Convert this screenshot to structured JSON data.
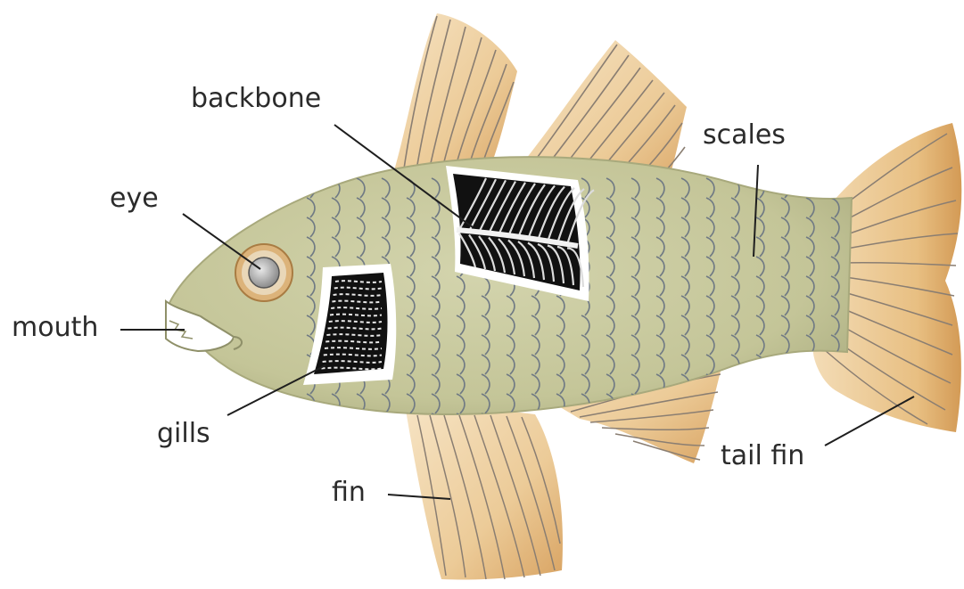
{
  "labels": {
    "backbone": "backbone",
    "scales": "scales",
    "eye": "eye",
    "mouth": "mouth",
    "gills": "gills",
    "fin": "fin",
    "tail_fin": "tail fin"
  },
  "colors": {
    "body": "#c9caa0",
    "fin": "#ecc995",
    "fin_edge": "#d49e5e",
    "ray": "#8a7e72",
    "scale": "#707a84",
    "eye_ring": "#d9b27a"
  }
}
